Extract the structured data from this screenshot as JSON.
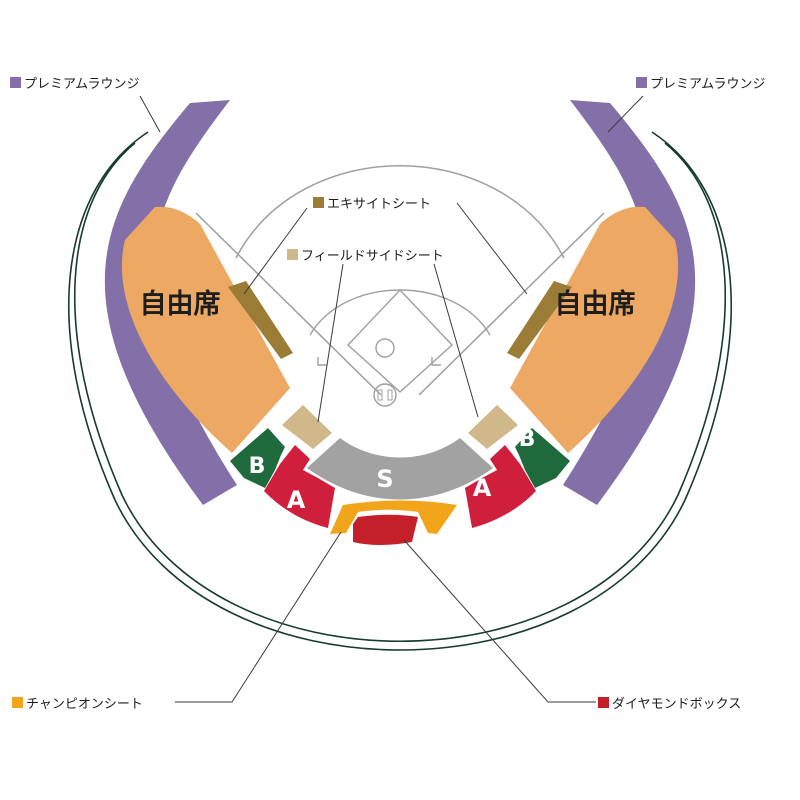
{
  "colors": {
    "premium_lounge": "#8470a8",
    "free_seat": "#eda863",
    "exciting_seat": "#9b7c37",
    "field_side_seat": "#d1b88a",
    "seat_b": "#1e6a3d",
    "seat_a": "#cf1f3c",
    "seat_s": "#a2a2a2",
    "champion_seat": "#f2a51b",
    "diamond_box": "#c4202a",
    "outline": "#173a32",
    "field_line": "#9f9f9f"
  },
  "legend": {
    "premium_lounge_left": "プレミアムラウンジ",
    "premium_lounge_right": "プレミアムラウンジ",
    "exciting_seat": "エキサイトシート",
    "field_side_seat": "フィールドサイドシート",
    "champion_seat": "チャンピオンシート",
    "diamond_box": "ダイヤモンドボックス"
  },
  "seats": {
    "free_left": "自由席",
    "free_right": "自由席",
    "b_left": "B",
    "b_right": "B",
    "a_left": "A",
    "a_right": "A",
    "s": "S"
  }
}
